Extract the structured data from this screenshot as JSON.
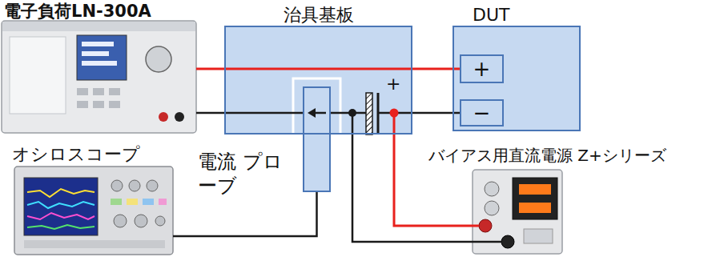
{
  "diagram": {
    "nodes": [
      {
        "text": [
          "電子負荷LN-300A"
        ]
      },
      {
        "text": [
          "治具基板"
        ]
      },
      {
        "text": [
          "DUT"
        ]
      },
      {
        "text": [
          "+"
        ],
        "in": 2
      },
      {
        "text": [
          "−"
        ],
        "in": 2
      },
      {
        "text": [
          "オシロスコープ"
        ]
      },
      {
        "text": [
          "電流 プローブ"
        ]
      },
      {
        "text": [
          "バイアス用直流電源 Z+シリーズ"
        ]
      }
    ],
    "edges": [
      {
        "from": 0,
        "to": 3,
        "arrow": "none"
      },
      {
        "from": 0,
        "to": 6,
        "arrow": "none"
      },
      {
        "from": 6,
        "to": 4,
        "arrow": "none"
      },
      {
        "from": 6,
        "to": 5,
        "arrow": "none"
      }
    ],
    "labels": [
      "+"
    ]
  }
}
